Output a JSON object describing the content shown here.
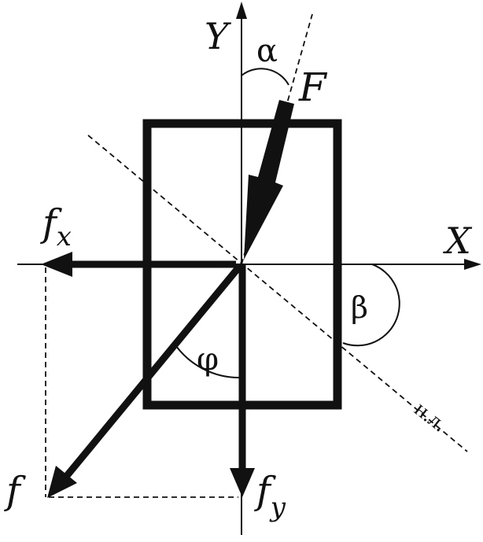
{
  "axes": {
    "y_label": "Y",
    "x_label": "X"
  },
  "forces": {
    "applied_label": "F",
    "resultant_label": "f",
    "x_component_label": "f",
    "x_component_subscript": "x",
    "y_component_label": "f",
    "y_component_subscript": "y"
  },
  "angles": {
    "alpha": "α",
    "beta": "β",
    "phi": "φ"
  },
  "neutral_line_label": "н.л."
}
